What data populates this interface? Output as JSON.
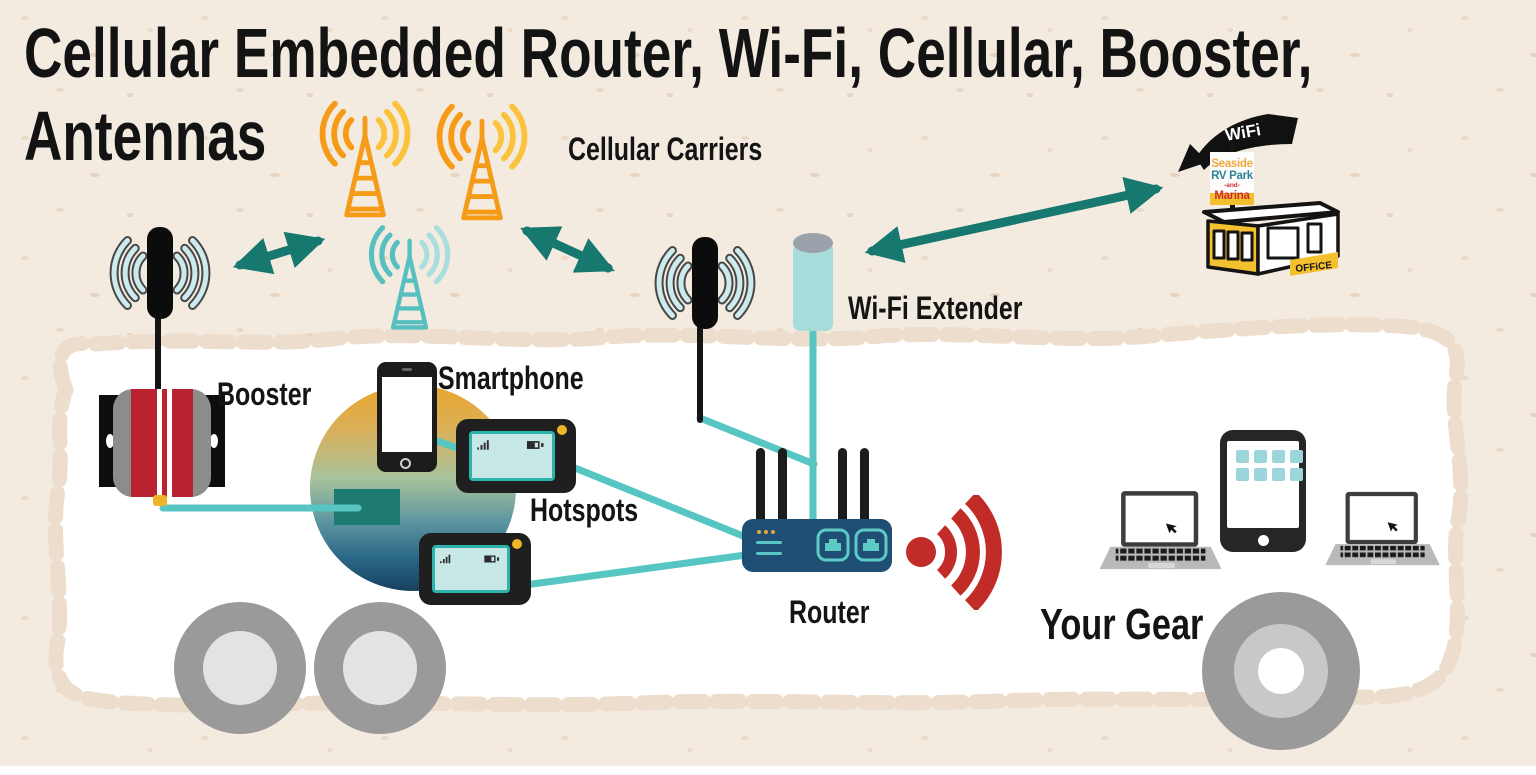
{
  "title": {
    "line1": "Cellular Embedded Router, Wi-Fi, Cellular, Booster,",
    "line2": "Antennas"
  },
  "labels": {
    "cellular_carriers": "Cellular Carriers",
    "wifi_extender": "Wi-Fi Extender",
    "booster": "Booster",
    "smartphone": "Smartphone",
    "hotspots": "Hotspots",
    "router": "Router",
    "your_gear": "Your Gear"
  },
  "office": {
    "flag_text": "WiFi",
    "sign_line1": "Seaside",
    "sign_line2": "RV Park",
    "sign_line3": "-and-",
    "sign_line4": "Marina",
    "building_text": "OFFiCE"
  },
  "icons": {
    "cell_tower": "cell-tower-icon",
    "antenna": "cellular-antenna-icon",
    "wifi_signal": "wifi-signal-icon"
  },
  "colors": {
    "background": "#f4ebe0",
    "speckle": "#e8d8c5",
    "teal_line": "#57c6c2",
    "dark_teal_arrow": "#16786f",
    "orange_tower": "#f59b17",
    "yellow_tower": "#fbc33c",
    "teal_tower": "#57bfbf",
    "pale_teal_tower": "#a9dede",
    "pale_blue_waves": "#cdeaec",
    "router_navy": "#1e4e74",
    "wifi_red": "#c12b28",
    "booster_red": "#b82231",
    "sign_yellow": "#f3c12e",
    "gradient_circle_top": "#eaa52d",
    "gradient_circle_bottom": "#17415f"
  }
}
